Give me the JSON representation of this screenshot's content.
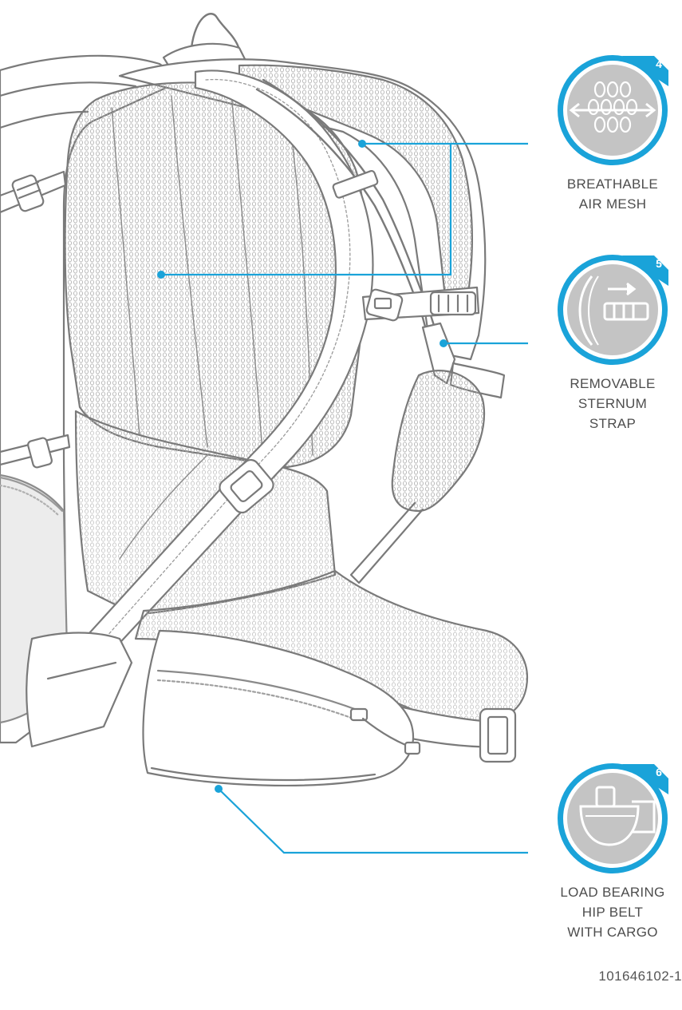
{
  "colors": {
    "accent": "#1aa3d9",
    "outline": "#7a7a7a",
    "mesh": "#9a9a9a",
    "badge_fill": "#c4c4c4",
    "badge_glyph": "#ffffff",
    "label_text": "#4d4d4d"
  },
  "features": [
    {
      "number": "4",
      "icon": "air-mesh-icon",
      "lines": [
        "BREATHABLE",
        "AIR MESH"
      ]
    },
    {
      "number": "5",
      "icon": "sternum-strap-icon",
      "lines": [
        "REMOVABLE",
        "STERNUM",
        "STRAP"
      ]
    },
    {
      "number": "6",
      "icon": "hip-belt-icon",
      "lines": [
        "LOAD BEARING",
        "HIP BELT",
        "WITH CARGO"
      ]
    }
  ],
  "part_code": "101646102-1"
}
